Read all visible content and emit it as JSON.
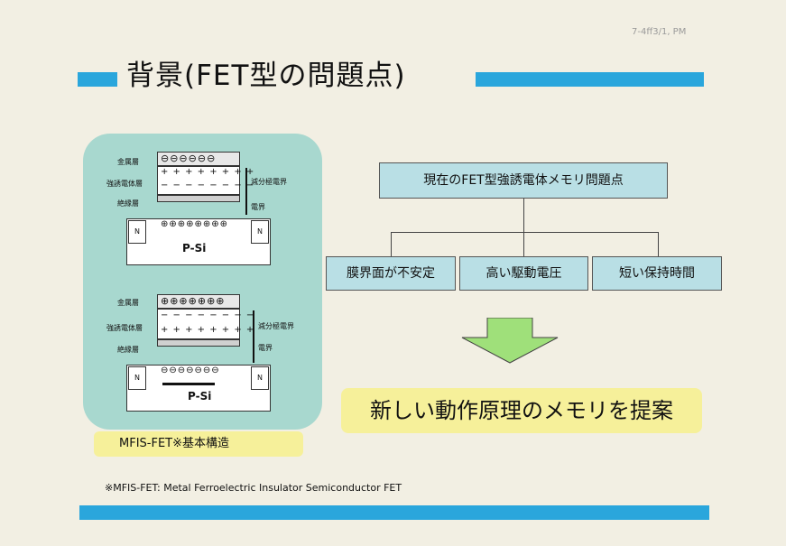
{
  "title": "背景(FET型の問題点)",
  "hand_note": "7-4ff3/1, PM",
  "colors": {
    "accent_bar": "#2aa6dc",
    "panel": "#a8d8cf",
    "highlight": "#f6f09a",
    "node": "#b9dfe5",
    "arrow": "#9fe07a"
  },
  "device": {
    "top": {
      "labels": {
        "metal": "金属層",
        "ferro": "強誘電体層",
        "insulator": "絶縁層"
      },
      "metal_charges": "⊖⊖⊖⊖⊖⊖",
      "ferro_row1": "+ + + + + + + +",
      "ferro_row2": "− − − − − − − −",
      "channel_charges": "⊕⊕⊕⊕⊕⊕⊕⊕",
      "depol_field": "減分極電界",
      "field": "電界",
      "n_left": "N",
      "n_right": "N",
      "substrate": "P-Si"
    },
    "bottom": {
      "labels": {
        "metal": "金属層",
        "ferro": "強誘電体層",
        "insulator": "絶縁層"
      },
      "metal_charges": "⊕⊕⊕⊕⊕⊕⊕",
      "ferro_row1": "− − − − − − − −",
      "ferro_row2": "+ + + + + + + +",
      "channel_charges": "⊖⊖⊖⊖⊖⊖⊖",
      "depol_field": "減分極電界",
      "field": "電界",
      "n_left": "N",
      "n_right": "N",
      "substrate": "P-Si"
    }
  },
  "caption": "MFIS-FET※基本構造",
  "footnote": "※MFIS-FET: Metal Ferroelectric Insulator Semiconductor FET",
  "tree": {
    "root": "現在のFET型強誘電体メモリ問題点",
    "children": [
      "膜界面が不安定",
      "高い駆動電圧",
      "短い保持時間"
    ]
  },
  "proposal": "新しい動作原理のメモリを提案"
}
